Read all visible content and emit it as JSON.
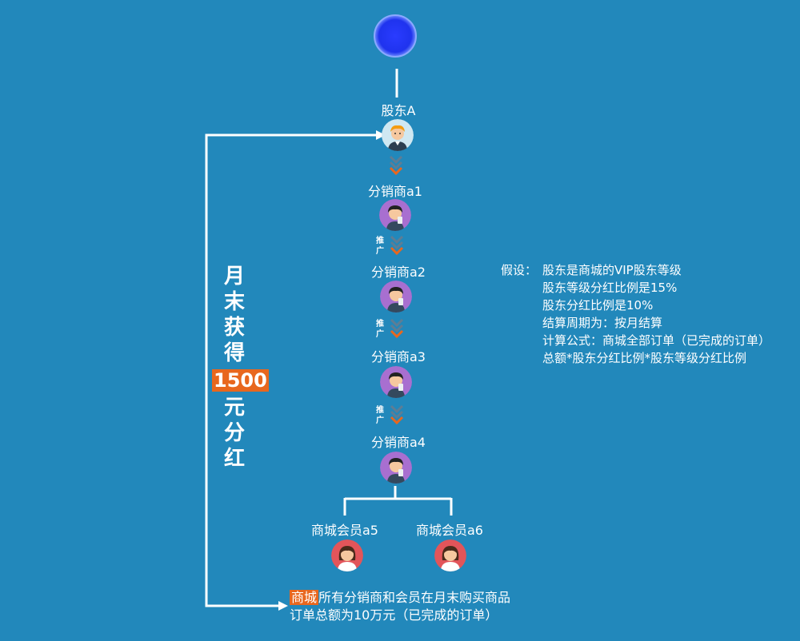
{
  "top_node": {
    "label": "股东A"
  },
  "distributors": [
    {
      "label": "分销商a1",
      "promo": [
        "推",
        "广"
      ]
    },
    {
      "label": "分销商a2",
      "promo": [
        "推",
        "广"
      ]
    },
    {
      "label": "分销商a3",
      "promo": [
        "推",
        "广"
      ]
    },
    {
      "label": "分销商a4"
    }
  ],
  "members": [
    {
      "label": "商城会员a5"
    },
    {
      "label": "商城会员a6"
    }
  ],
  "side_text": {
    "chars_top": [
      "月",
      "末",
      "获",
      "得"
    ],
    "amount": "1500",
    "chars_bottom": [
      "元",
      "分",
      "红"
    ]
  },
  "assumptions": {
    "lead": "假设：",
    "lines": [
      "股东是商城的VIP股东等级",
      "股东等级分红比例是15%",
      "股东分红比例是10%",
      "结算周期为：按月结算",
      "计算公式：商城全部订单（已完成的订单）",
      "总额*股东分红比例*股东等级分红比例"
    ]
  },
  "bottom_note": {
    "highlight": "商城",
    "line1_rest": "所有分销商和会员在月末购买商品",
    "line2": "订单总额为10万元（已完成的订单）"
  },
  "colors": {
    "background": "#2288bb",
    "accent": "#e8671e",
    "node_circle": "#2233ee",
    "distributor_avatar_bg": "#a86fd0",
    "member_avatar_bg": "#e2555a",
    "shareholder_avatar_bg": "#cfe8f2"
  }
}
